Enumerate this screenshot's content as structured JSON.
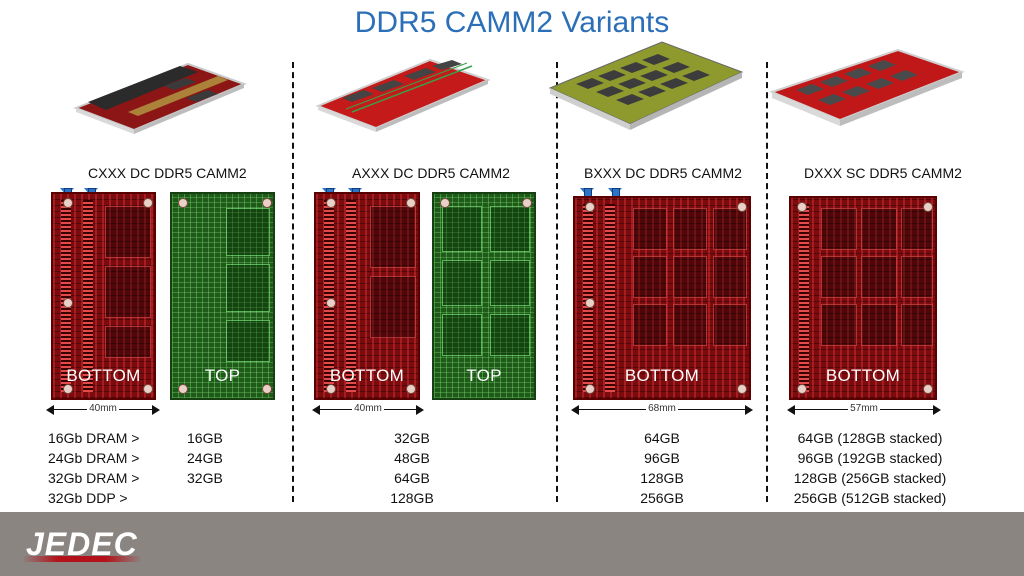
{
  "title": "DDR5 CAMM2 Variants",
  "colors": {
    "title": "#2a6fb8",
    "pcb_red": "#7a0c10",
    "pcb_green": "#1f5a1a",
    "arrow": "#2d73c8",
    "footer": "#8b8581"
  },
  "variants": [
    {
      "name": "CXXX DC DDR5 CAMM2",
      "bottom_label": "BOTTOM",
      "top_label": "TOP",
      "dimension": "40mm",
      "rows": [
        {
          "dram": "16Gb DRAM >",
          "capacity": "16GB"
        },
        {
          "dram": "24Gb DRAM >",
          "capacity": "24GB"
        },
        {
          "dram": "32Gb DRAM >",
          "capacity": "32GB"
        },
        {
          "dram": "32Gb DDP >",
          "capacity": ""
        }
      ]
    },
    {
      "name": "AXXX DC DDR5 CAMM2",
      "bottom_label": "BOTTOM",
      "top_label": "TOP",
      "dimension": "40mm",
      "capacities": [
        "32GB",
        "48GB",
        "64GB",
        "128GB"
      ]
    },
    {
      "name": "BXXX DC DDR5 CAMM2",
      "bottom_label": "BOTTOM",
      "dimension": "68mm",
      "capacities": [
        "64GB",
        "96GB",
        "128GB",
        "256GB"
      ]
    },
    {
      "name": "DXXX SC DDR5 CAMM2",
      "bottom_label": "BOTTOM",
      "dimension": "57mm",
      "capacities": [
        "64GB (128GB stacked)",
        "96GB (192GB stacked)",
        "128GB (256GB stacked)",
        "256GB (512GB stacked)"
      ]
    }
  ],
  "footer": {
    "logo": "JEDEC"
  }
}
